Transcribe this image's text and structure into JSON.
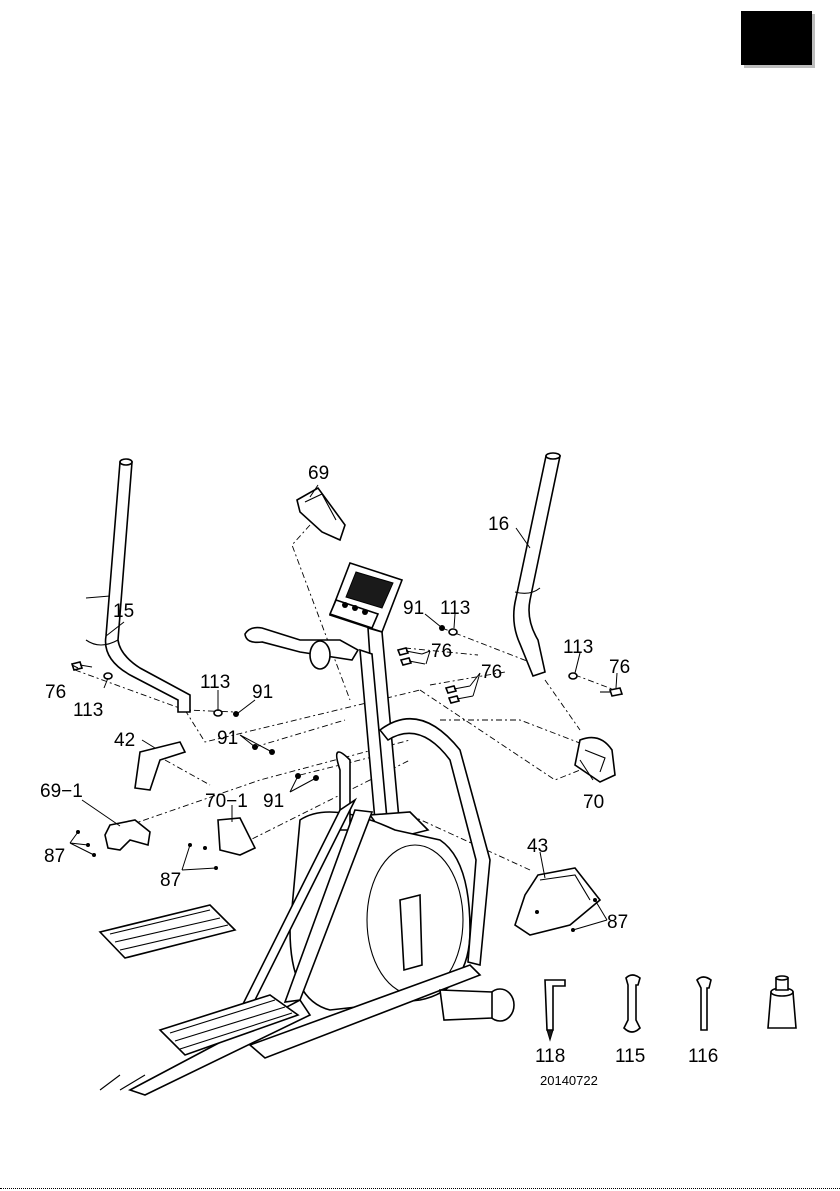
{
  "callouts": {
    "c69": "69",
    "c15": "15",
    "c16": "16",
    "c91a": "91",
    "c113a": "113",
    "c76a": "76",
    "c113b": "113",
    "c76b": "76",
    "c76c": "76",
    "c113c": "113",
    "c91b": "91",
    "c113d": "113",
    "c76d": "76",
    "c42": "42",
    "c91c": "91",
    "c69_1": "69−1",
    "c70_1": "70−1",
    "c91d": "91",
    "c70": "70",
    "c87a": "87",
    "c87b": "87",
    "c43": "43",
    "c87c": "87",
    "c118": "118",
    "c115": "115",
    "c116": "116"
  },
  "doc_code": "20140722",
  "colors": {
    "badge": "#000000",
    "badge_shadow": "#bdbdbd",
    "line": "#000000"
  },
  "icons": {
    "tools": [
      "allen-key-icon",
      "wrench-icon",
      "wrench-icon",
      "socket-icon"
    ]
  }
}
